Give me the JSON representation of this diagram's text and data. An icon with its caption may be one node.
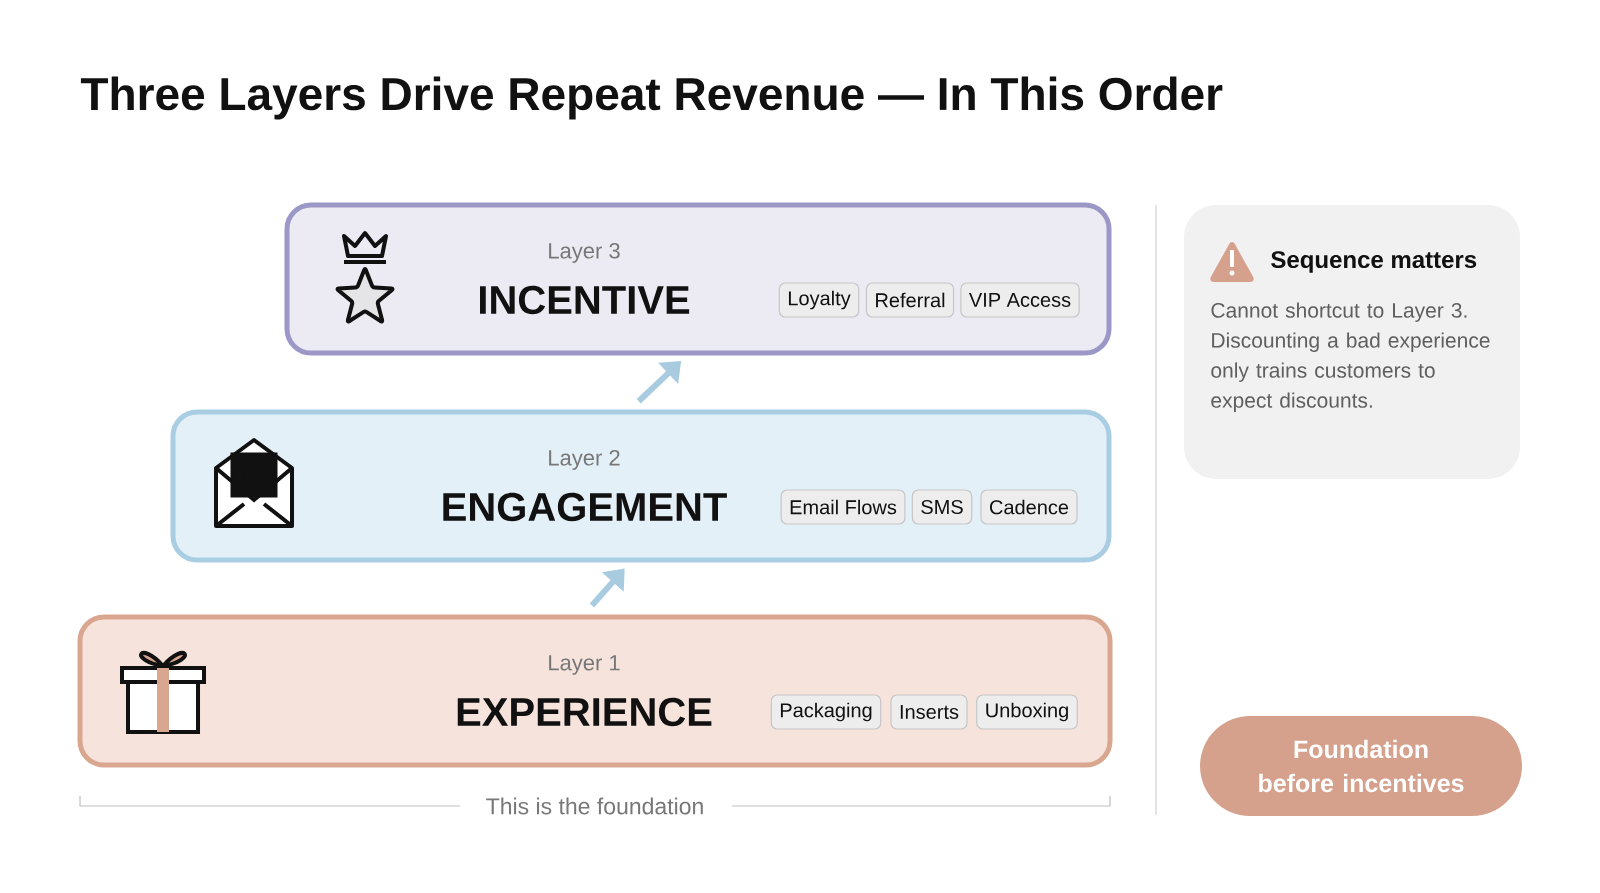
{
  "diagram": {
    "title": "Three Layers Drive Repeat Revenue — In This Order",
    "nodes": [
      {
        "text": [
          "Layer 3",
          "INCENTIVE"
        ]
      },
      {
        "text": [
          "Loyalty"
        ],
        "in": 0
      },
      {
        "text": [
          "Referral"
        ],
        "in": 0
      },
      {
        "text": [
          "VIP Access"
        ],
        "in": 0
      },
      {
        "text": [
          "Layer 2",
          "ENGAGEMENT"
        ]
      },
      {
        "text": [
          "Email Flows"
        ],
        "in": 4
      },
      {
        "text": [
          "SMS"
        ],
        "in": 4
      },
      {
        "text": [
          "Cadence"
        ],
        "in": 4
      },
      {
        "text": [
          "Layer 1",
          "EXPERIENCE"
        ]
      },
      {
        "text": [
          "Packaging"
        ],
        "in": 8
      },
      {
        "text": [
          "Inserts"
        ],
        "in": 8
      },
      {
        "text": [
          "Unboxing"
        ],
        "in": 8
      },
      {
        "text": [
          "Sequence matters",
          "Cannot shortcut to Layer 3. Discounting a bad experience only trains customers to expect discounts."
        ]
      },
      {
        "text": [
          "Foundation before incentives"
        ]
      }
    ],
    "edges": [
      {
        "from": 8,
        "to": 4,
        "arrow": "to"
      },
      {
        "from": 4,
        "to": 0,
        "arrow": "to"
      }
    ],
    "labels": [
      "This is the foundation"
    ]
  }
}
